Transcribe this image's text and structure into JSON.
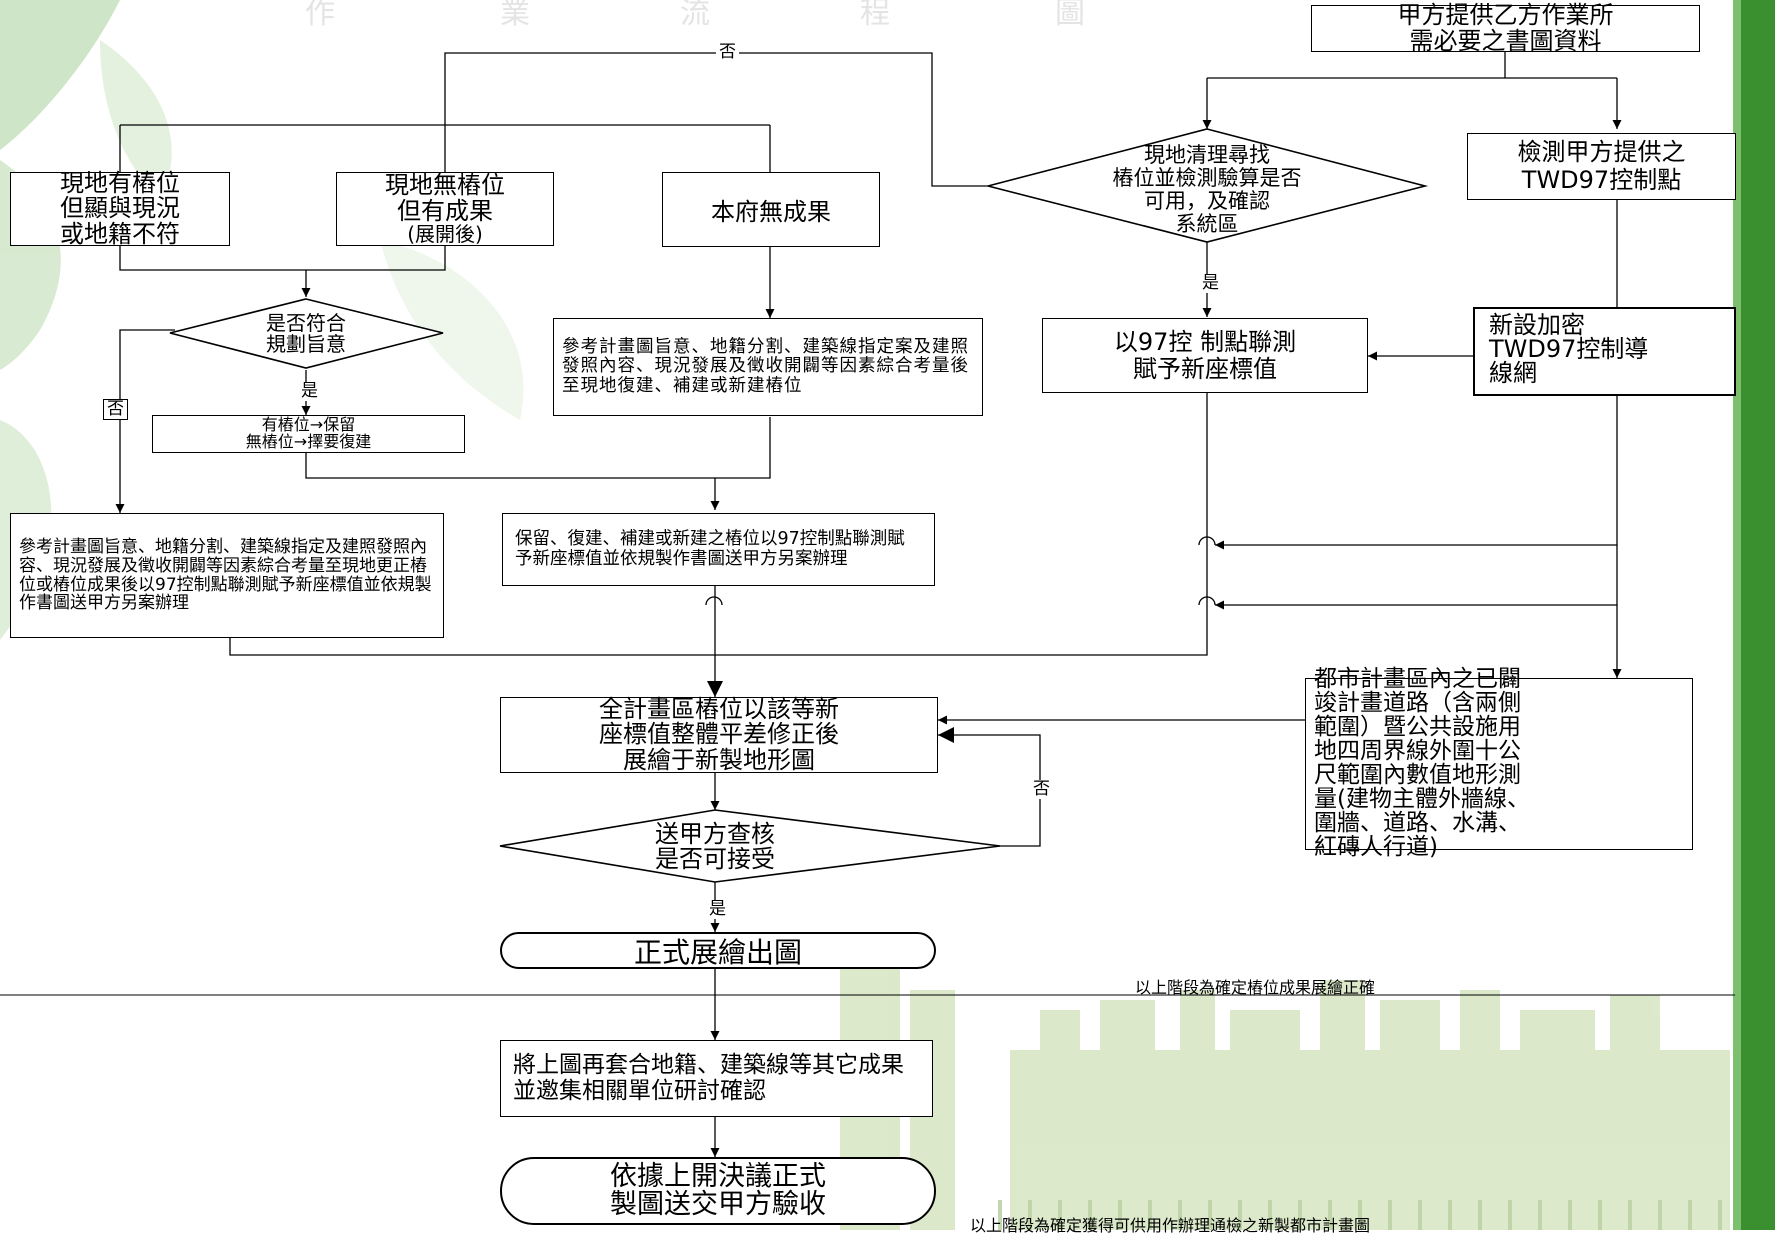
{
  "colors": {
    "line": "#000000",
    "accent_green": "#3a8f2e",
    "leaf_green": "#bcdcb0",
    "city_green": "#d3e3bd"
  },
  "title_ghost": [
    "作",
    "業",
    "流",
    "程",
    "圖"
  ],
  "nodes": {
    "start": "甲方提供乙方作業所\n需必要之書圖資料",
    "check_pile": "現地清理尋找\n樁位並檢測驗算是否\n可用，及確認\n系統區",
    "check_twd97": "檢測甲方提供之\nTWD97控制點",
    "mismatch": "現地有樁位\n但顯與現況\n或地籍不符",
    "no_pile_result": "現地無樁位\n但有成果",
    "no_pile_result_sub": "(展開後)",
    "no_result": "本府無成果",
    "plan_intent": "是否符合\n規劃旨意",
    "ref_plan_a": "參考計畫圖旨意、地籍分割、建築線指定案及建照發照內容、現況發展及徵收開闢等因素綜合考量後至現地復建、補建或新建樁位",
    "assign_coord": "以97控 制點聯測\n賦予新座標值",
    "new_traverse": "新設加密\nTWD97控制導\n線網",
    "keep_rebuild": "有樁位→保留\n無樁位→擇要復建",
    "ref_plan_b": "參考計畫圖旨意、地籍分割、建築線指定及建照發照內容、現況發展及徵收開闢等因素綜合考量至現地更正樁位或樁位成果後以97控制點聯測賦予新座標值並依規製作書圖送甲方另案辦理",
    "retain_etc": "保留、復建、補建或新建之樁位以97控制點聯測賦予新座標值並依規製作書圖送甲方另案辦理",
    "adjust_all": "全計畫區樁位以該等新\n座標值整體平差修正後\n展繪于新製地形圖",
    "survey_area": "都市計畫區內之已闢\n竣計畫道路（含兩側\n範圍）暨公共設施用\n地四周界線外圍十公\n尺範圍內數值地形測\n量(建物主體外牆線、\n圍牆、道路、水溝、\n紅磚人行道)",
    "review": "送甲方查核\n是否可接受",
    "final_plot": "正式展繪出圖",
    "overlay": "將上圖再套合地籍、建築線等其它成果並邀集相關單位研討確認",
    "deliver": "依據上開決議正式\n製圖送交甲方驗收"
  },
  "edge_labels": {
    "no_top": "否",
    "yes_pile": "是",
    "yes_plan": "是",
    "no_plan": "否",
    "no_review": "否",
    "yes_review": "是"
  },
  "notes": {
    "stage1": "以上階段為確定樁位成果展繪正確",
    "stage2": "以上階段為確定獲得可供用作辦理通檢之新製都市計畫圖"
  }
}
